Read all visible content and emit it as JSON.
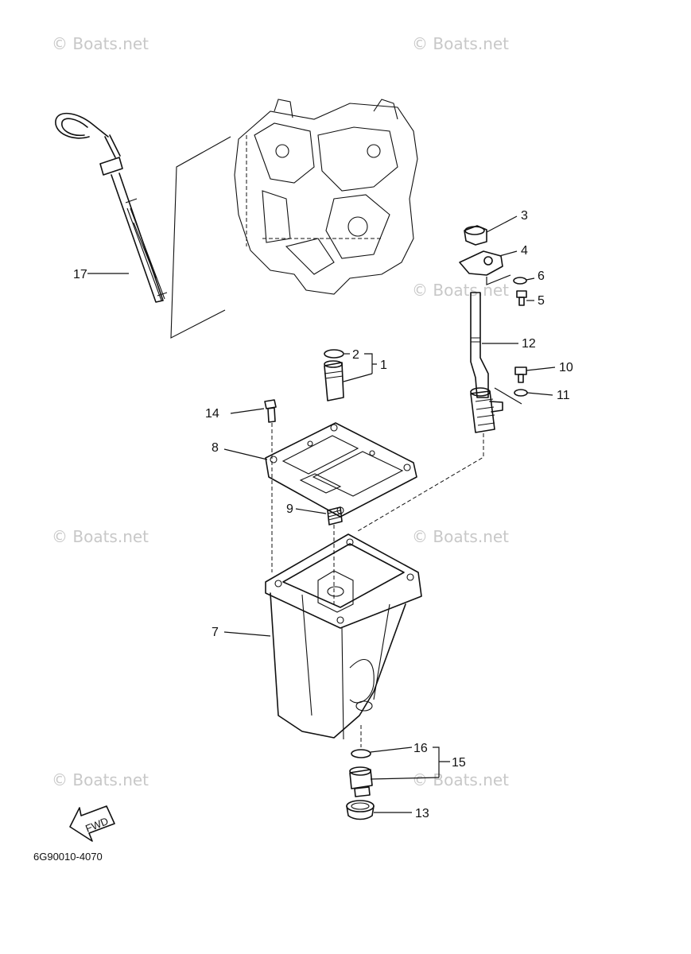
{
  "watermark": "© Boats.net",
  "drawing_code": "6G90010-4070",
  "fwd_label": "FWD",
  "callouts": {
    "c1": "1",
    "c2": "2",
    "c3": "3",
    "c4": "4",
    "c5": "5",
    "c6": "6",
    "c7": "7",
    "c8": "8",
    "c9": "9",
    "c10": "10",
    "c11": "11",
    "c12": "12",
    "c13": "13",
    "c14": "14",
    "c15": "15",
    "c16": "16",
    "c17": "17"
  }
}
